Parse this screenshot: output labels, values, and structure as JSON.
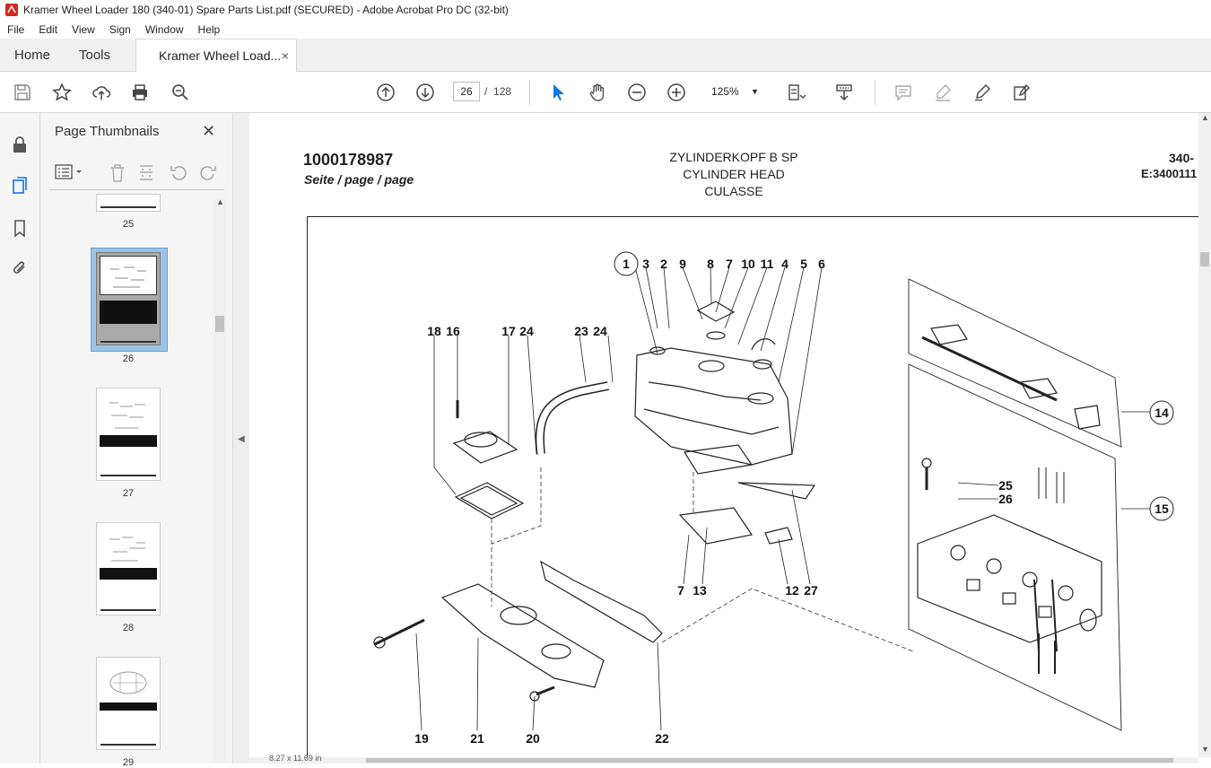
{
  "window": {
    "title": "Kramer Wheel Loader 180 (340-01) Spare Parts List.pdf (SECURED) - Adobe Acrobat Pro DC (32-bit)"
  },
  "menu": [
    "File",
    "Edit",
    "View",
    "Sign",
    "Window",
    "Help"
  ],
  "tabs": {
    "home": "Home",
    "tools": "Tools",
    "doc": "Kramer Wheel Load...",
    "close": "×"
  },
  "toolbar": {
    "page_current": "26",
    "page_sep": "/",
    "page_total": "128",
    "zoom": "125%"
  },
  "thumbnails": {
    "title": "Page Thumbnails",
    "close": "✕",
    "pages": [
      "25",
      "26",
      "27",
      "28",
      "29"
    ],
    "selected": "26"
  },
  "document": {
    "part_number": "1000178987",
    "page_label": "Seite / page / page",
    "title_lines": [
      "ZYLINDERKOPF B SP",
      "CYLINDER HEAD",
      "CULASSE"
    ],
    "right_top": "340-",
    "right_sub": "E:3400111",
    "callouts_top": [
      "1",
      "3",
      "2",
      "9",
      "8",
      "7",
      "10",
      "11",
      "4",
      "5",
      "6"
    ],
    "callouts_left": [
      "18",
      "16",
      "17",
      "24",
      "23",
      "24"
    ],
    "callouts_mid": [
      "7",
      "13",
      "12",
      "27"
    ],
    "callouts_bottom": [
      "19",
      "21",
      "20",
      "22"
    ],
    "callouts_right": [
      "25",
      "26",
      "14",
      "15"
    ]
  },
  "status": {
    "page_size": "8.27 x 11.69 in"
  }
}
